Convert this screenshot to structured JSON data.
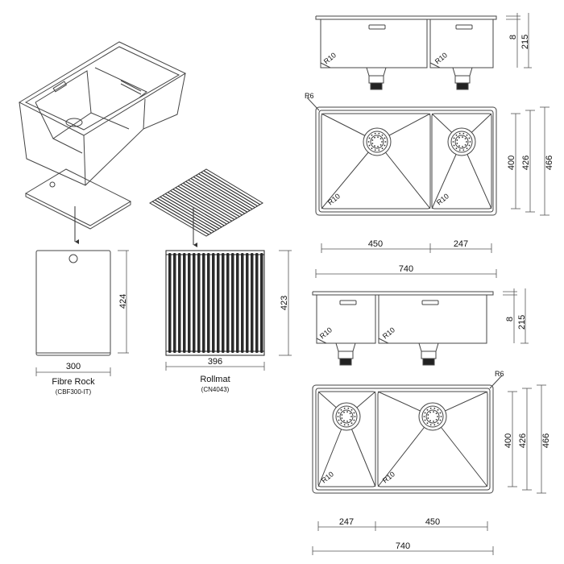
{
  "colors": {
    "line": "#333333",
    "thin": "#555555",
    "text": "#111111"
  },
  "accessories": {
    "fibre_rock": {
      "name": "Fibre Rock",
      "code": "(CBF300-IT)",
      "width": "300",
      "height": "424"
    },
    "rollmat": {
      "name": "Rollmat",
      "code": "(CN4043)",
      "width": "396",
      "height": "423"
    }
  },
  "sink_top": {
    "side_dims": {
      "rim": "8",
      "depth": "215"
    },
    "radius_labels": [
      "R10",
      "R10",
      "R10",
      "R10"
    ],
    "corner_radius": "R6",
    "plan_dims": {
      "inner": "400",
      "mid": "426",
      "outer": "466",
      "bowl_large": "450",
      "bowl_small": "247",
      "overall": "740"
    }
  },
  "sink_bottom": {
    "side_dims": {
      "rim": "8",
      "depth": "215"
    },
    "radius_labels": [
      "R10",
      "R10",
      "R10",
      "R10"
    ],
    "corner_radius": "R6",
    "plan_dims": {
      "inner": "400",
      "mid": "426",
      "outer": "466",
      "bowl_small": "247",
      "bowl_large": "450",
      "overall": "740"
    }
  }
}
